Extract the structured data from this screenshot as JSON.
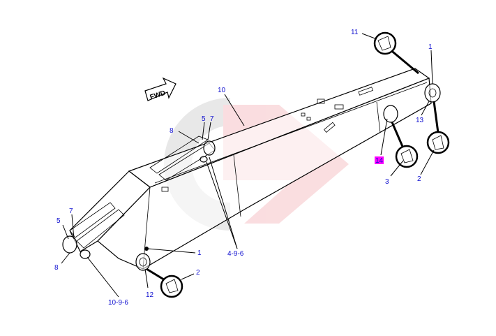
{
  "diagram": {
    "fwd_label": "FWD",
    "labels": {
      "l11": "11",
      "l1_top": "1",
      "l10": "10",
      "l5_top": "5",
      "l7_top": "7",
      "l8_top": "8",
      "l13": "13",
      "l14": "14",
      "l3": "3",
      "l2_right": "2",
      "l4_9_6": "4-9-6",
      "l5_bottom": "5",
      "l7_bottom": "7",
      "l8_bottom": "8",
      "l1_bottom": "1",
      "l2_bottom": "2",
      "l12": "12",
      "l10_9_6": "10-9-6"
    },
    "highlight_color": "#ff00ff",
    "label_color": "#1010d0"
  }
}
